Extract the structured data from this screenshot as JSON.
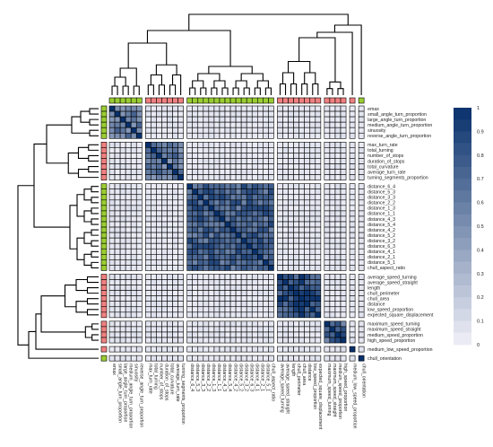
{
  "chart_data": {
    "type": "heatmap",
    "title": "",
    "variables": [
      "emax",
      "small_angle_turn_proportion",
      "large_angle_turn_proportion",
      "medium_angle_turn_proportion",
      "sinuosity",
      "reverse_angle_turn_proportion",
      "max_turn_rate",
      "total_turning",
      "number_of_stops",
      "duration_of_stops",
      "total_curvature",
      "average_turn_rate",
      "turning_segments_proportion",
      "distance_6_4",
      "distance_5_3",
      "distance_3_3",
      "distance_2_2",
      "distance_1_3",
      "distance_1_1",
      "distance_4_3",
      "distance_5_4",
      "distance_4_2",
      "distance_5_2",
      "distance_3_2",
      "distance_6_3",
      "distance_4_1",
      "distance_2_1",
      "distance_5_1",
      "chull_aspect_ratio",
      "average_speed_turning",
      "average_speed_straight",
      "length",
      "chull_perimeter",
      "chull_area",
      "distance",
      "low_speed_proportion",
      "expected_square_displacement",
      "maximum_speed_turning",
      "maximum_speed_straight",
      "medium_speed_proportion",
      "high_speed_proportion",
      "medium_low_speed_proportion",
      "chull_orientation"
    ],
    "clusters": [
      {
        "start": 0,
        "size": 6,
        "color": "#9ACD32"
      },
      {
        "start": 6,
        "size": 7,
        "color": "#F08080"
      },
      {
        "start": 13,
        "size": 16,
        "color": "#9ACD32"
      },
      {
        "start": 29,
        "size": 8,
        "color": "#F08080"
      },
      {
        "start": 37,
        "size": 4,
        "color": "#F08080"
      },
      {
        "start": 41,
        "size": 1,
        "color": "#F08080"
      },
      {
        "start": 42,
        "size": 1,
        "color": "#9ACD32"
      }
    ],
    "within_cluster_correlation": [
      0.62,
      0.6,
      0.72,
      0.82,
      0.7,
      1.0,
      1.0
    ],
    "between_cluster_correlation": 0.02,
    "diagonal_correlation": 1.0,
    "color_scale": {
      "low": "#F0F0F8",
      "high": "#08306B",
      "domain": [
        0,
        1
      ],
      "ticks": [
        "1",
        "0.9",
        "0.8",
        "0.7",
        "0.6",
        "0.5",
        "0.4",
        "0.3",
        "0.2",
        "0.1",
        "0"
      ]
    },
    "legend_position": "right"
  }
}
